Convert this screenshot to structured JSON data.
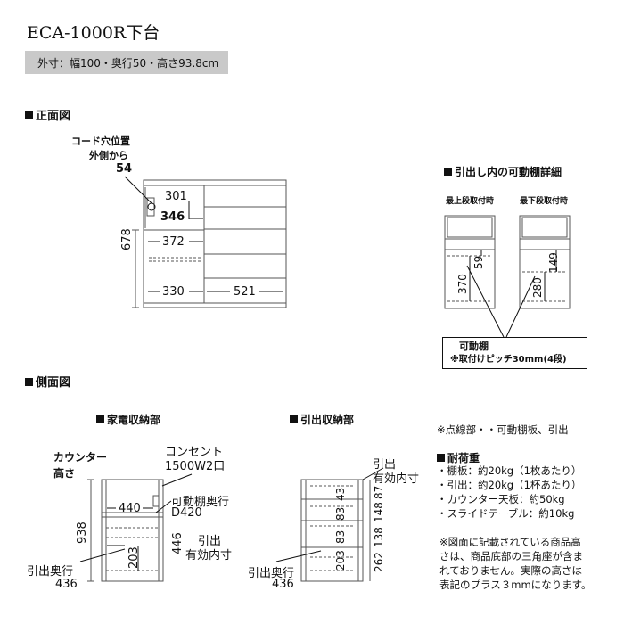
{
  "header": {
    "title": "ECA-1000R下台",
    "dimensions": "外寸：幅100・奥行50・高さ93.8cm"
  },
  "front": {
    "heading": "正面図",
    "cord_label_1": "コード穴位置",
    "cord_label_2": "外側から",
    "cord_value": "54",
    "d301": "301",
    "d346": "346",
    "d372": "372",
    "d678": "678",
    "d330": "330",
    "d521": "521"
  },
  "drawer_detail": {
    "heading": "引出し内の可動棚詳細",
    "top_label": "最上段取付時",
    "bottom_label": "最下段取付時",
    "v370": "370",
    "v59": "59",
    "v280": "280",
    "v149": "149",
    "box_line1": "可動棚",
    "box_line2": "※取付けピッチ30mm(4段)"
  },
  "side": {
    "heading": "側面図",
    "appliance_heading": "家電収納部",
    "drawer_heading": "引出収納部",
    "counter_1": "カウンター",
    "counter_2": "高さ",
    "outlet_1": "コンセント",
    "outlet_2": "1500W2口",
    "shelf_depth_1": "可動棚奥行",
    "shelf_depth_2": "D420",
    "d440": "440",
    "d938": "938",
    "d446": "446",
    "d203a": "203",
    "inner_a_1": "引出",
    "inner_a_2": "有効内寸",
    "depth_a_1": "引出奥行",
    "depth_a_2": "436",
    "inner_b_1": "引出",
    "inner_b_2": "有効内寸",
    "d43": "43",
    "d87": "87",
    "d83a": "83",
    "d148": "148",
    "d83b": "83",
    "d138": "138",
    "d203b": "203",
    "d262": "262",
    "depth_b_1": "引出奥行",
    "depth_b_2": "436"
  },
  "notes": {
    "dotted": "※点線部・・可動棚板、引出",
    "load_heading": "耐荷重",
    "load_items": [
      "・棚板：約20kg（1枚あたり）",
      "・引出：約20kg（1杯あたり）",
      "・カウンター天板：約50kg",
      "・スライドテーブル：約10kg"
    ],
    "disclaimer": [
      "※図面に記載されている商品高",
      "さは、商品底部の三角座が含ま",
      "れておりません。実際の高さは",
      "表記のプラス３mmになります。"
    ]
  }
}
